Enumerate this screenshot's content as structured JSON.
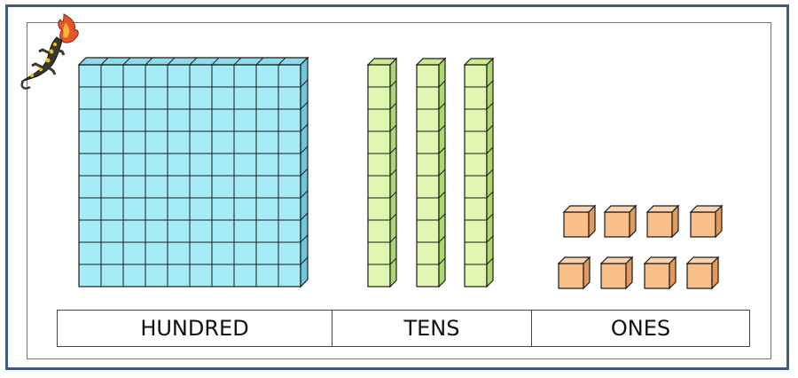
{
  "logo": {
    "name": "salamander-logo"
  },
  "colors": {
    "frame": "#3d5a8a",
    "hundred_face": "#a6ecf8",
    "hundred_top": "#8ddbea",
    "hundred_side": "#6ec6d8",
    "tens_face": "#dff7b0",
    "tens_top": "#c9ec8c",
    "tens_side": "#aed670",
    "ones_face": "#f8bf8b",
    "ones_top": "#fbd3ac",
    "ones_side": "#e09a5c",
    "stroke": "#1a1a1a"
  },
  "base_ten": {
    "hundreds": 1,
    "tens": 3,
    "ones": 8
  },
  "labels": {
    "hundred": "HUNDRED",
    "tens": "TENS",
    "ones": "ONES"
  }
}
